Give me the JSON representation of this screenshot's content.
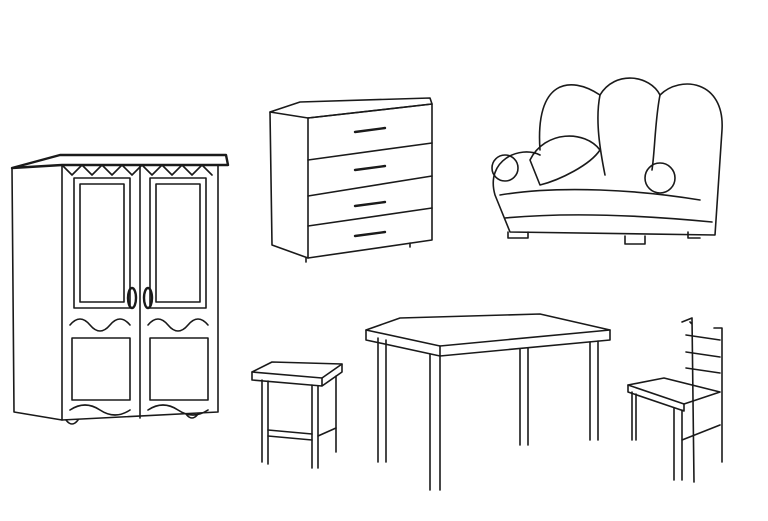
{
  "colors": {
    "background": "#ffffff",
    "line": "#1a1a1a"
  },
  "objects": [
    "wardrobe",
    "chest-of-drawers",
    "sofa",
    "stool",
    "table",
    "chair"
  ]
}
